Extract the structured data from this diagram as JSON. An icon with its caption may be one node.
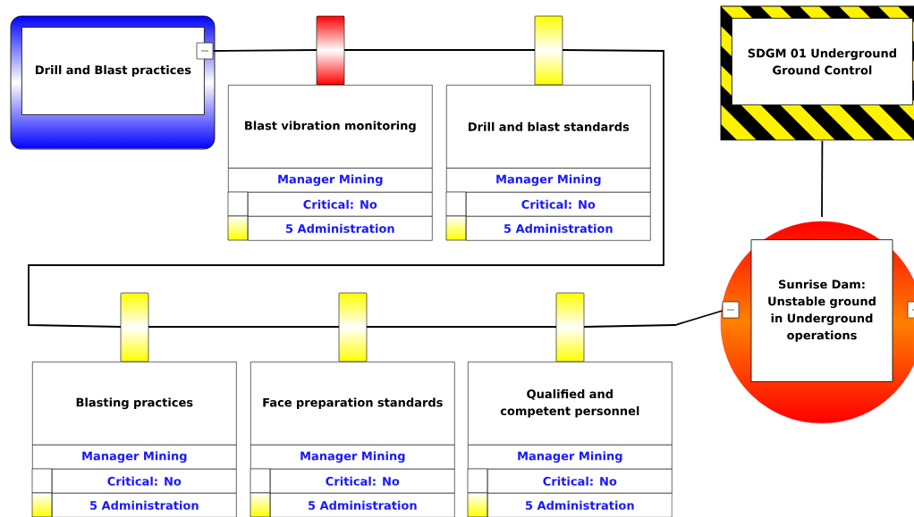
{
  "diagram": {
    "nodes": [
      {
        "text": [
          "Drill and Blast practices"
        ]
      },
      {
        "text": [
          "Blast vibration monitoring",
          "Manager Mining",
          "Critical: No",
          "5 Administration"
        ]
      },
      {
        "text": [
          "Drill and blast standards",
          "Manager Mining",
          "Critical: No",
          "5 Administration"
        ]
      },
      {
        "text": [
          "Blasting practices",
          "Manager Mining",
          "Critical: No",
          "5 Administration"
        ]
      },
      {
        "text": [
          "Face preparation standards",
          "Manager Mining",
          "Critical: No",
          "5 Administration"
        ]
      },
      {
        "text": [
          "Qualified and competent personnel",
          "Manager Mining",
          "Critical: No",
          "5 Administration"
        ]
      },
      {
        "text": [
          "SDGM 01 Underground Ground Control"
        ]
      },
      {
        "text": [
          "Sunrise Dam: Unstable ground in Underground operations"
        ]
      }
    ],
    "edges": [
      {
        "from": 0,
        "to": 1,
        "arrow": "none"
      },
      {
        "from": 1,
        "to": 2,
        "arrow": "none"
      },
      {
        "from": 2,
        "to": 3,
        "arrow": "none"
      },
      {
        "from": 3,
        "to": 4,
        "arrow": "none"
      },
      {
        "from": 4,
        "to": 5,
        "arrow": "none"
      },
      {
        "from": 5,
        "to": 7,
        "arrow": "none"
      },
      {
        "from": 6,
        "to": 7,
        "arrow": "none"
      }
    ]
  }
}
